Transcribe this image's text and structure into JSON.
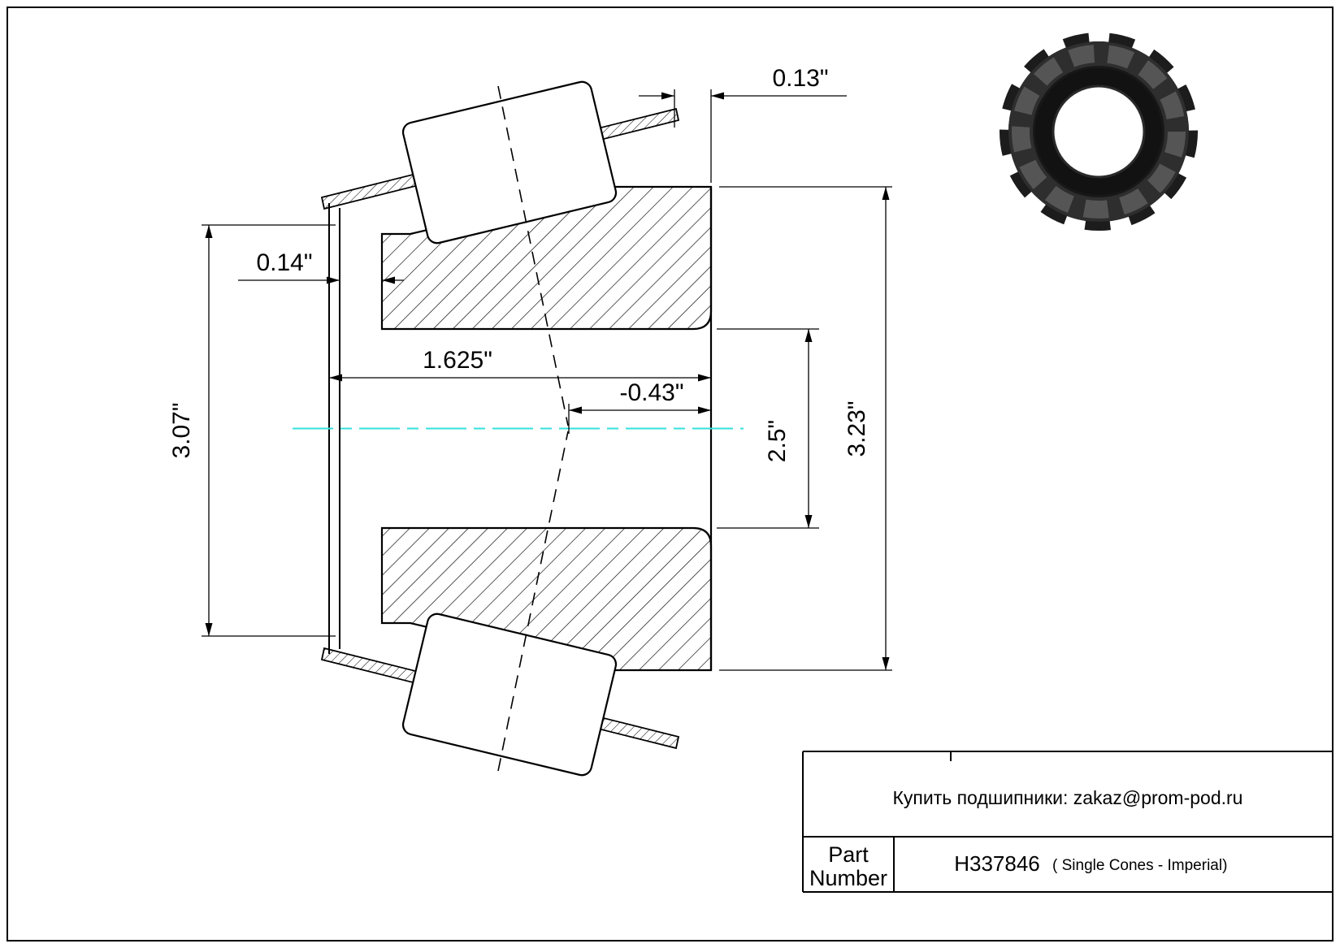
{
  "dimensions": {
    "cage_stickout": "0.13\"",
    "front_face_offset": "0.14\"",
    "cone_width": "1.625\"",
    "effective_center": "-0.43\"",
    "inner_reference": "2.5\"",
    "front_diameter": "3.07\"",
    "outer_diameter": "3.23\""
  },
  "colors": {
    "centerline": "#35E0DC",
    "line": "#000000"
  },
  "title_block": {
    "contact": "Купить подшипники: zakaz@prom-pod.ru",
    "part_label_line1": "Part",
    "part_label_line2": "Number",
    "part_number": "H337846",
    "series": "( Single Cones - Imperial)"
  }
}
